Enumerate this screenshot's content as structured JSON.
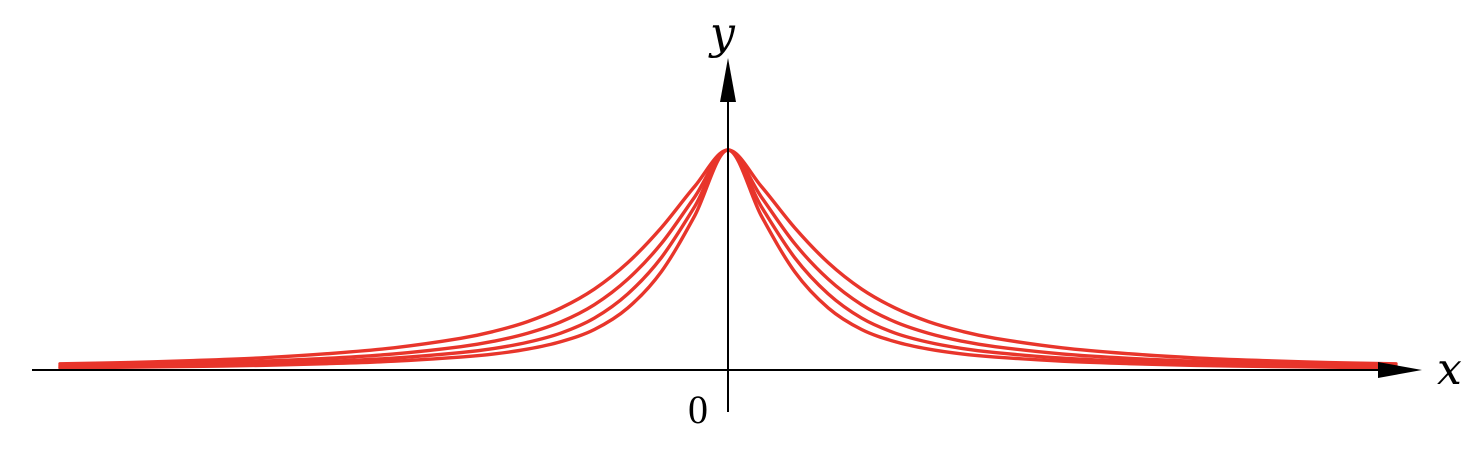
{
  "chart_data": {
    "type": "line",
    "title": "",
    "xlabel": "x",
    "ylabel": "y",
    "origin_label": "0",
    "xlim": [
      -5,
      5
    ],
    "ylim": [
      0,
      1
    ],
    "grid": false,
    "legend": "none",
    "line_color": "#e8352b",
    "axis_color": "#000000",
    "x": [
      -5,
      -4.5,
      -4,
      -3.5,
      -3,
      -2.5,
      -2,
      -1.75,
      -1.5,
      -1.25,
      -1,
      -0.75,
      -0.5,
      -0.25,
      0,
      0.25,
      0.5,
      0.75,
      1,
      1.25,
      1.5,
      1.75,
      2,
      2.5,
      3,
      3.5,
      4,
      4.5,
      5
    ],
    "series": [
      {
        "values": [
          0.028,
          0.034,
          0.043,
          0.055,
          0.074,
          0.101,
          0.144,
          0.176,
          0.22,
          0.282,
          0.368,
          0.488,
          0.646,
          0.834,
          1.0,
          0.834,
          0.646,
          0.488,
          0.368,
          0.282,
          0.22,
          0.176,
          0.144,
          0.101,
          0.074,
          0.055,
          0.043,
          0.034,
          0.028
        ]
      },
      {
        "values": [
          0.02,
          0.025,
          0.031,
          0.04,
          0.053,
          0.073,
          0.106,
          0.131,
          0.167,
          0.219,
          0.297,
          0.413,
          0.574,
          0.786,
          1.0,
          0.786,
          0.574,
          0.413,
          0.297,
          0.219,
          0.167,
          0.131,
          0.106,
          0.073,
          0.053,
          0.04,
          0.031,
          0.025,
          0.02
        ]
      },
      {
        "values": [
          0.014,
          0.018,
          0.022,
          0.029,
          0.039,
          0.054,
          0.079,
          0.098,
          0.126,
          0.168,
          0.236,
          0.346,
          0.51,
          0.742,
          1.0,
          0.742,
          0.51,
          0.346,
          0.236,
          0.168,
          0.126,
          0.098,
          0.079,
          0.054,
          0.039,
          0.029,
          0.022,
          0.018,
          0.014
        ]
      },
      {
        "values": [
          0.01,
          0.013,
          0.016,
          0.021,
          0.029,
          0.04,
          0.059,
          0.073,
          0.095,
          0.129,
          0.184,
          0.282,
          0.446,
          0.7,
          1.0,
          0.7,
          0.446,
          0.282,
          0.184,
          0.129,
          0.095,
          0.073,
          0.059,
          0.04,
          0.029,
          0.021,
          0.016,
          0.013,
          0.01
        ]
      }
    ]
  }
}
